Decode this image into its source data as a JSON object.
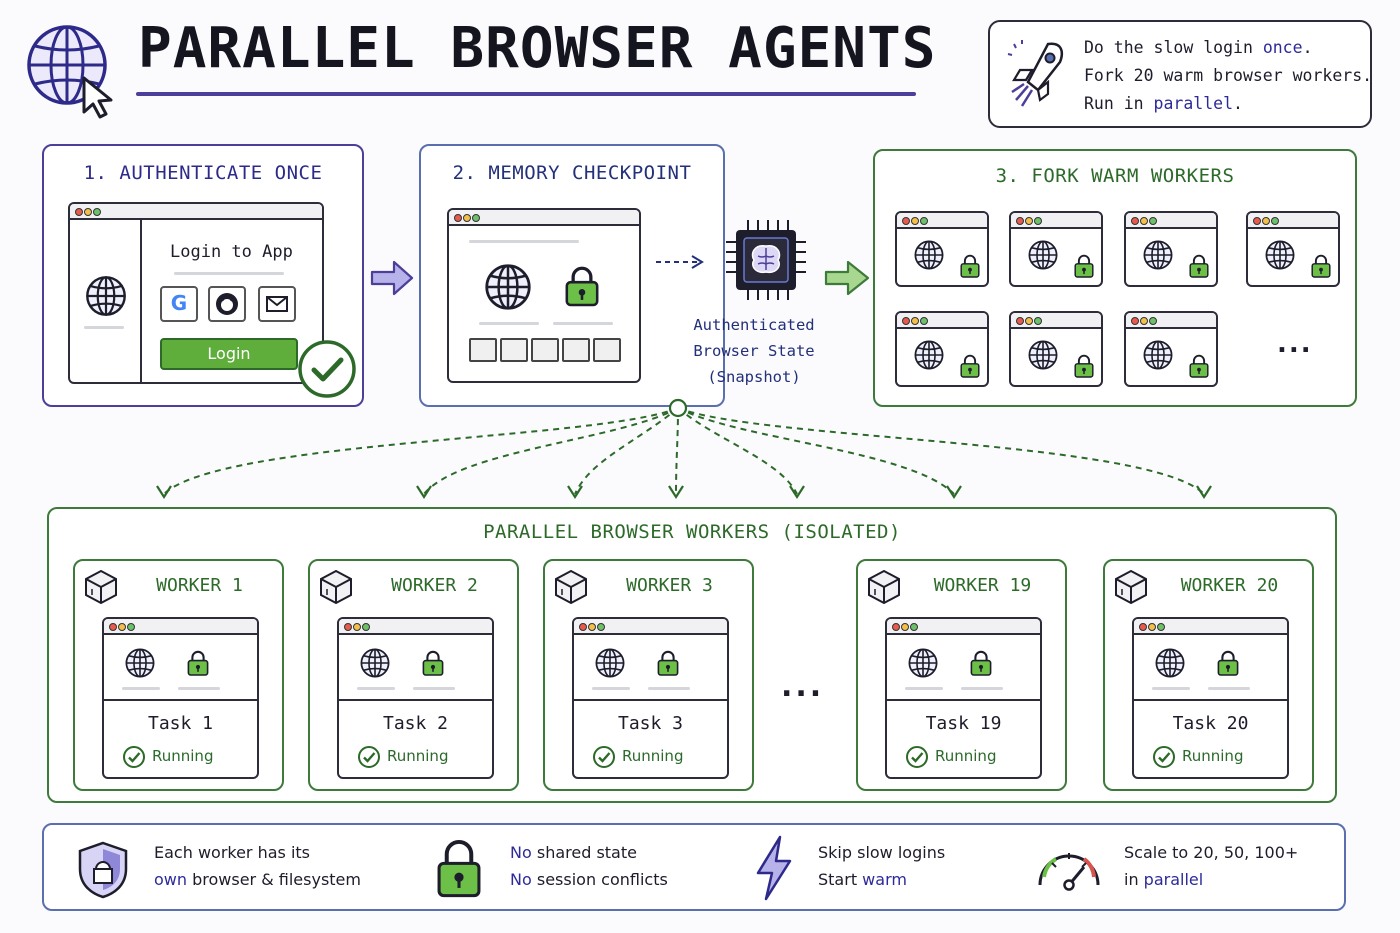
{
  "title": "PARALLEL BROWSER AGENTS",
  "summary": {
    "line1_pre": "Do the slow login ",
    "line1_em": "once",
    "line1_post": ".",
    "line2": "Fork 20 warm browser workers.",
    "line3_pre": "Run in ",
    "line3_em": "parallel",
    "line3_post": "."
  },
  "step1": {
    "title": "1. AUTHENTICATE ONCE",
    "login_title": "Login to App",
    "login_button": "Login"
  },
  "step2": {
    "title": "2. MEMORY CHECKPOINT",
    "state_label_1": "Authenticated",
    "state_label_2": "Browser State",
    "state_label_3": "(Snapshot)"
  },
  "step3": {
    "title": "3. FORK WARM WORKERS",
    "ellipsis": "..."
  },
  "workers_panel": {
    "title": "PARALLEL BROWSER WORKERS (ISOLATED)",
    "ellipsis": "...",
    "workers": [
      {
        "name": "WORKER 1",
        "task": "Task 1",
        "status": "Running"
      },
      {
        "name": "WORKER 2",
        "task": "Task 2",
        "status": "Running"
      },
      {
        "name": "WORKER 3",
        "task": "Task 3",
        "status": "Running"
      },
      {
        "name": "WORKER 19",
        "task": "Task 19",
        "status": "Running"
      },
      {
        "name": "WORKER 20",
        "task": "Task 20",
        "status": "Running"
      }
    ]
  },
  "benefits": [
    {
      "icon": "shield-icon",
      "l1_pre": "Each worker has its",
      "l1_em": "",
      "l2_pre": "",
      "l2_em": "own",
      "l2_post": " browser & filesystem"
    },
    {
      "icon": "padlock-icon",
      "l1_pre": "",
      "l1_em": "No",
      "l1_post": " shared state",
      "l2_em": "No",
      "l2_post": " session conflicts"
    },
    {
      "icon": "lightning-icon",
      "l1_pre": "Skip slow logins",
      "l2_pre": "Start ",
      "l2_em": "warm",
      "l2_post": ""
    },
    {
      "icon": "speedometer-icon",
      "l1_pre": "Scale to 20, 50, 100+",
      "l2_pre": "in ",
      "l2_em": "parallel",
      "l2_post": ""
    }
  ],
  "colors": {
    "purple": "#4b3f9a",
    "blue": "#5a6fb0",
    "green": "#3e7a3a",
    "lock_green": "#6cbf47"
  }
}
